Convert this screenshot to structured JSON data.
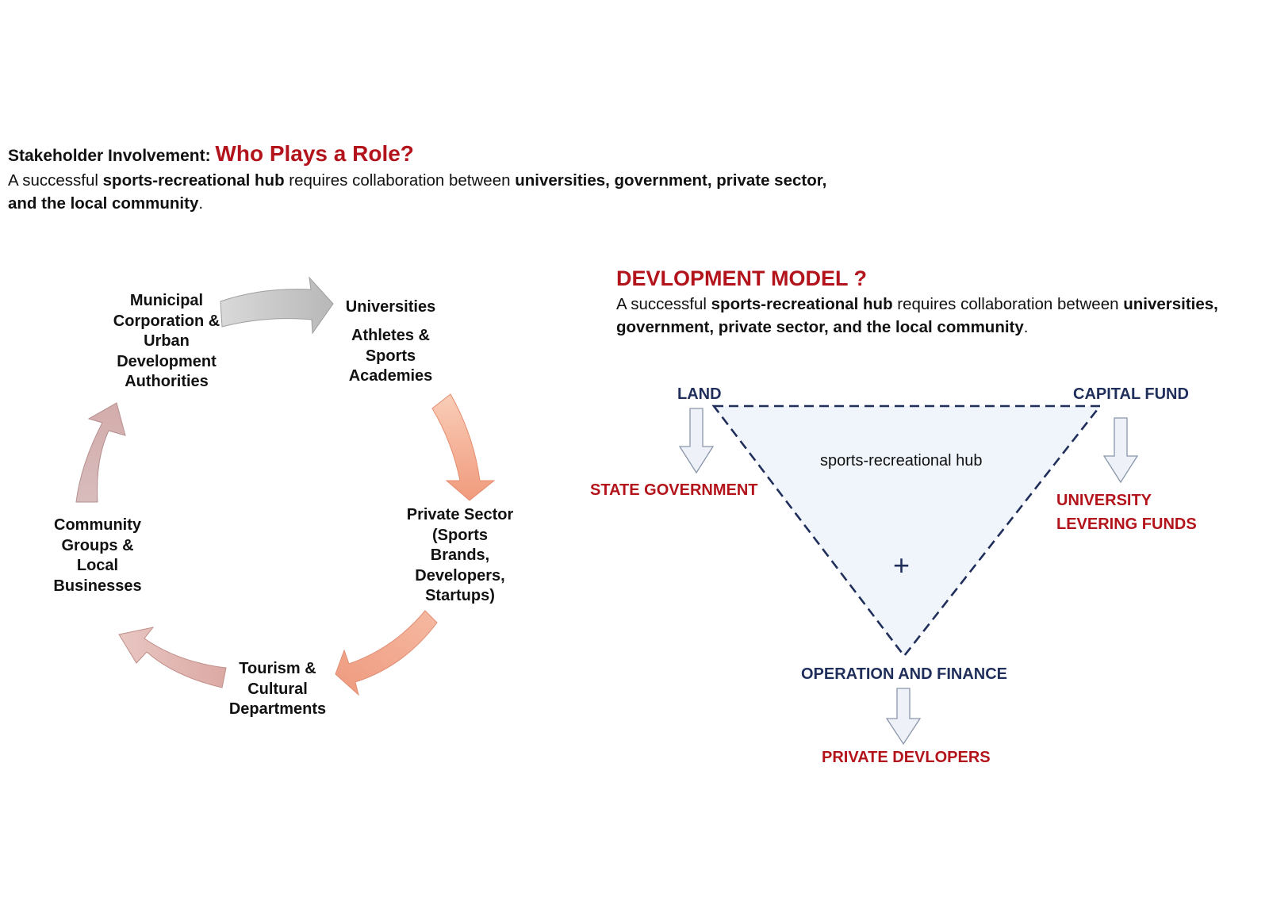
{
  "header": {
    "prefix": "Stakeholder Involvement: ",
    "title": "Who Plays a Role?",
    "intro": {
      "t1": "A successful ",
      "b1": "sports-recreational hub",
      "t2": " requires collaboration between ",
      "b2": "universities, government, private sector, and the local community",
      "t3": "."
    }
  },
  "cycle": {
    "nodes": [
      {
        "label": "Universities"
      },
      {
        "label": "Athletes & Sports Academies"
      },
      {
        "label": "Private Sector (Sports Brands, Developers, Startups)"
      },
      {
        "label": "Tourism & Cultural Departments"
      },
      {
        "label": "Community Groups & Local Businesses"
      },
      {
        "label": "Municipal Corporation & Urban Development Authorities"
      }
    ],
    "arrow_colors": {
      "gray": "#c4c4c4",
      "salmon": "#f3ad94",
      "rose": "#dcb4b0"
    }
  },
  "model": {
    "title": "DEVLOPMENT MODEL ?",
    "intro": {
      "t1": "A successful ",
      "b1": "sports-recreational hub",
      "t2": " requires collaboration between ",
      "b2": "universities, government, private sector, and the local community",
      "t3": "."
    },
    "center_label": "sports-recreational hub",
    "plus": "+",
    "corners": {
      "land": "LAND",
      "capital": "CAPITAL FUND",
      "operation": "OPERATION AND FINANCE"
    },
    "actors": {
      "state": "STATE GOVERNMENT",
      "university_line1": "UNIVERSITY",
      "university_line2": "LEVERING FUNDS",
      "private": "PRIVATE DEVLOPERS"
    },
    "colors": {
      "accent_red": "#b3131a",
      "navy": "#1f2e5a",
      "triangle_fill": "#f0f4fb"
    }
  }
}
